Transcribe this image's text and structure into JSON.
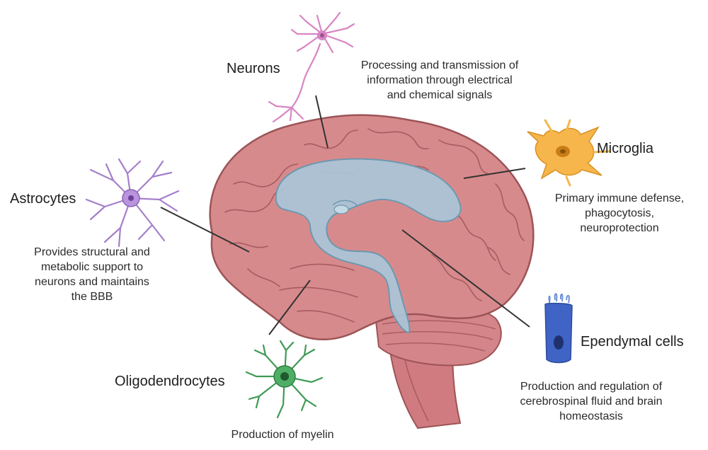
{
  "cells": {
    "neurons": {
      "name": "Neurons",
      "lines": [
        "Processing and transmission of",
        "information through electrical",
        "and chemical signals"
      ],
      "color": "#d885c4"
    },
    "microglia": {
      "name": "Microglia",
      "lines": [
        "Primary immune defense,",
        "phagocytosis,",
        "neuroprotection"
      ],
      "color": "#f6b64c"
    },
    "astrocytes": {
      "name": "Astrocytes",
      "lines": [
        "Provides structural and",
        "metabolic support to",
        "neurons and maintains",
        "the BBB"
      ],
      "color": "#a57fcb"
    },
    "ependymal": {
      "name": "Ependymal cells",
      "lines": [
        "Production and regulation of",
        "cerebrospinal fluid and brain",
        "homeostasis"
      ],
      "color": "#3f64c6"
    },
    "oligodendrocytes": {
      "name": "Oligodendrocytes",
      "lines": [
        "Production of myelin"
      ],
      "color": "#3f9a55"
    }
  },
  "colors": {
    "brain": "#d78a8c",
    "brain_edge": "#9c5457",
    "ventricle": "#a9c6d8",
    "ventricle_edge": "#6d98b0",
    "leader_line": "#333333"
  },
  "icons": [
    "brain-illustration",
    "neuron-icon",
    "microglia-icon",
    "astrocyte-icon",
    "ependymal-cell-icon",
    "oligodendrocyte-icon"
  ]
}
